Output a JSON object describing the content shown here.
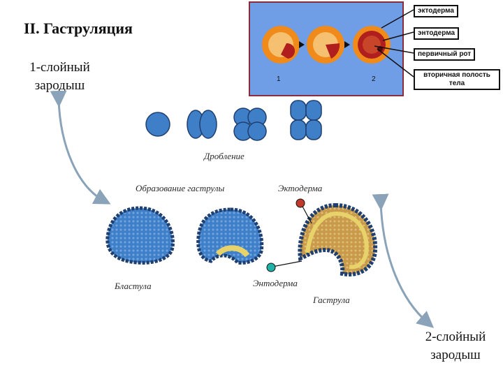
{
  "title": "II. Гаструляция",
  "left_label": {
    "line1": "1-слойный",
    "line2": "зародыш"
  },
  "right_label": {
    "line1": "2-слойный",
    "line2": "зародыш"
  },
  "inset": {
    "bg_color": "#6f9de6",
    "stage_numbers": [
      "1",
      "2"
    ],
    "callouts": [
      "эктодерма",
      "энтодерма",
      "первичный рот",
      "вторичная полость тела"
    ]
  },
  "figure": {
    "cleavage_caption": "Дробление",
    "gastrula_formation_caption": "Образование гаструлы",
    "ectoderm_label": "Эктодерма",
    "endoderm_label": "Энтодерма",
    "blastula_label": "Бластула",
    "gastrula_label": "Гаструла"
  },
  "colors": {
    "cell_blue": "#3f7fc8",
    "endoderm_yellow": "#e8d26a",
    "arrow": "#8aa3b8",
    "ectoderm_marker": "#c0392b",
    "endoderm_marker": "#1fb3a8"
  }
}
